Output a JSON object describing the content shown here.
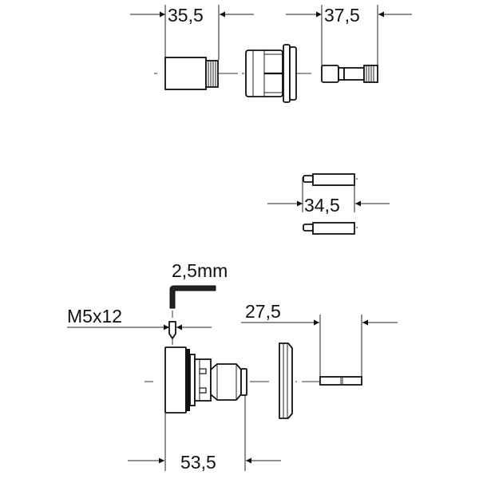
{
  "drawing": {
    "type": "technical assembly drawing",
    "line_color": "#111111",
    "background": "#ffffff"
  },
  "dimensions": {
    "top_left": {
      "label": "35,5"
    },
    "top_right": {
      "label": "37,5"
    },
    "middle_pins": {
      "label": "34,5"
    },
    "hex_key": {
      "label": "2,5mm"
    },
    "screw": {
      "label": "M5x12"
    },
    "bottom_right": {
      "label": "27,5"
    },
    "bottom_left": {
      "label": "53,5"
    }
  },
  "parts": [
    {
      "name": "extension-sleeve",
      "icon": "knurled-sleeve"
    },
    {
      "name": "extension-housing",
      "icon": "threaded-housing"
    },
    {
      "name": "extension-spindle",
      "icon": "splined-spindle"
    },
    {
      "name": "extension-pin-upper",
      "icon": "pin"
    },
    {
      "name": "extension-pin-lower",
      "icon": "pin"
    },
    {
      "name": "hex-key",
      "icon": "allen-key"
    },
    {
      "name": "grub-screw",
      "icon": "screw"
    },
    {
      "name": "cartridge-assembly",
      "icon": "cartridge"
    },
    {
      "name": "escutcheon-rosette",
      "icon": "disc"
    },
    {
      "name": "connector-rod",
      "icon": "rod"
    }
  ]
}
